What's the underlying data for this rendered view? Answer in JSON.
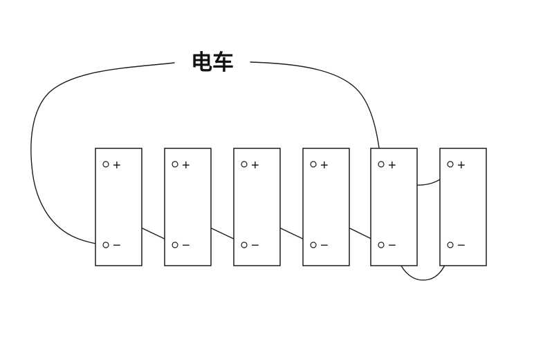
{
  "diagram": {
    "title": "电车",
    "colors": {
      "line": "#1c1c1c",
      "background": "#ffffff"
    },
    "batteries": [
      {
        "id": 1,
        "positive_label": "+",
        "negative_label": "−"
      },
      {
        "id": 2,
        "positive_label": "+",
        "negative_label": "−"
      },
      {
        "id": 3,
        "positive_label": "+",
        "negative_label": "−"
      },
      {
        "id": 4,
        "positive_label": "+",
        "negative_label": "−"
      },
      {
        "id": 5,
        "positive_label": "+",
        "negative_label": "−"
      },
      {
        "id": 6,
        "positive_label": "+",
        "negative_label": "−"
      }
    ],
    "connections": [
      {
        "from": "tram-label-left",
        "to": "battery-1-negative"
      },
      {
        "from": "battery-1-positive",
        "to": "battery-2-negative"
      },
      {
        "from": "battery-2-positive",
        "to": "battery-3-negative"
      },
      {
        "from": "battery-3-positive",
        "to": "battery-4-negative"
      },
      {
        "from": "battery-4-positive",
        "to": "battery-5-negative"
      },
      {
        "from": "battery-5-positive",
        "to": "battery-6-negative"
      },
      {
        "from": "tram-label-right",
        "to": "battery-6-positive"
      }
    ]
  }
}
